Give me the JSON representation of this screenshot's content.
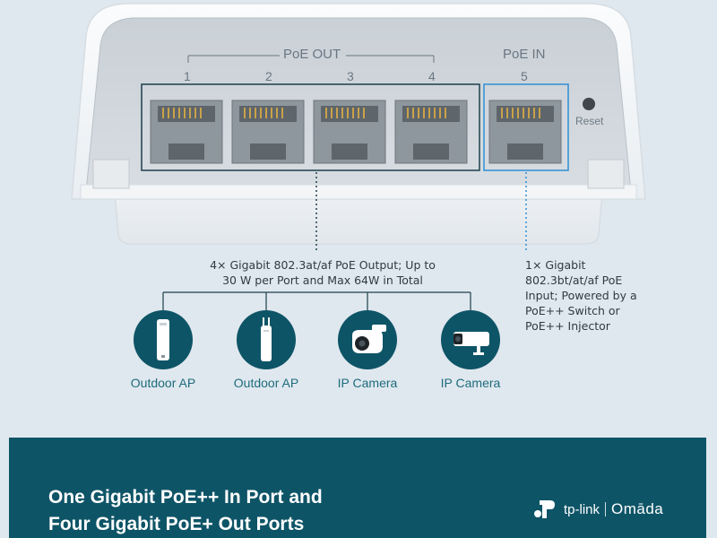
{
  "ports": {
    "out_header": "PoE OUT",
    "in_header": "PoE IN",
    "numbers": [
      "1",
      "2",
      "3",
      "4",
      "5"
    ],
    "reset_label": "Reset"
  },
  "descriptions": {
    "out_lines": [
      "4× Gigabit 802.3at/af PoE Output; Up to",
      "30 W per Port and Max 64W in Total"
    ],
    "in_lines": [
      "1× Gigabit",
      "802.3bt/at/af PoE",
      "Input; Powered by a",
      "PoE++ Switch or",
      "PoE++ Injector"
    ]
  },
  "devices": [
    {
      "label": "Outdoor AP",
      "icon": "outdoor-ap-icon"
    },
    {
      "label": "Outdoor AP",
      "icon": "outdoor-ap-slim-icon"
    },
    {
      "label": "IP Camera",
      "icon": "turret-camera-icon"
    },
    {
      "label": "IP Camera",
      "icon": "bullet-camera-icon"
    }
  ],
  "banner": {
    "title_lines": [
      "One Gigabit PoE++ In Port and",
      "Four Gigabit PoE+ Out Ports"
    ],
    "brand_tp": "tp-link",
    "brand_omada": "Omāda"
  },
  "colors": {
    "background": "#dfe8ee",
    "teal": "#0e5467",
    "in_highlight": "#2f8fd6",
    "out_outline": "#1d3f4c"
  }
}
